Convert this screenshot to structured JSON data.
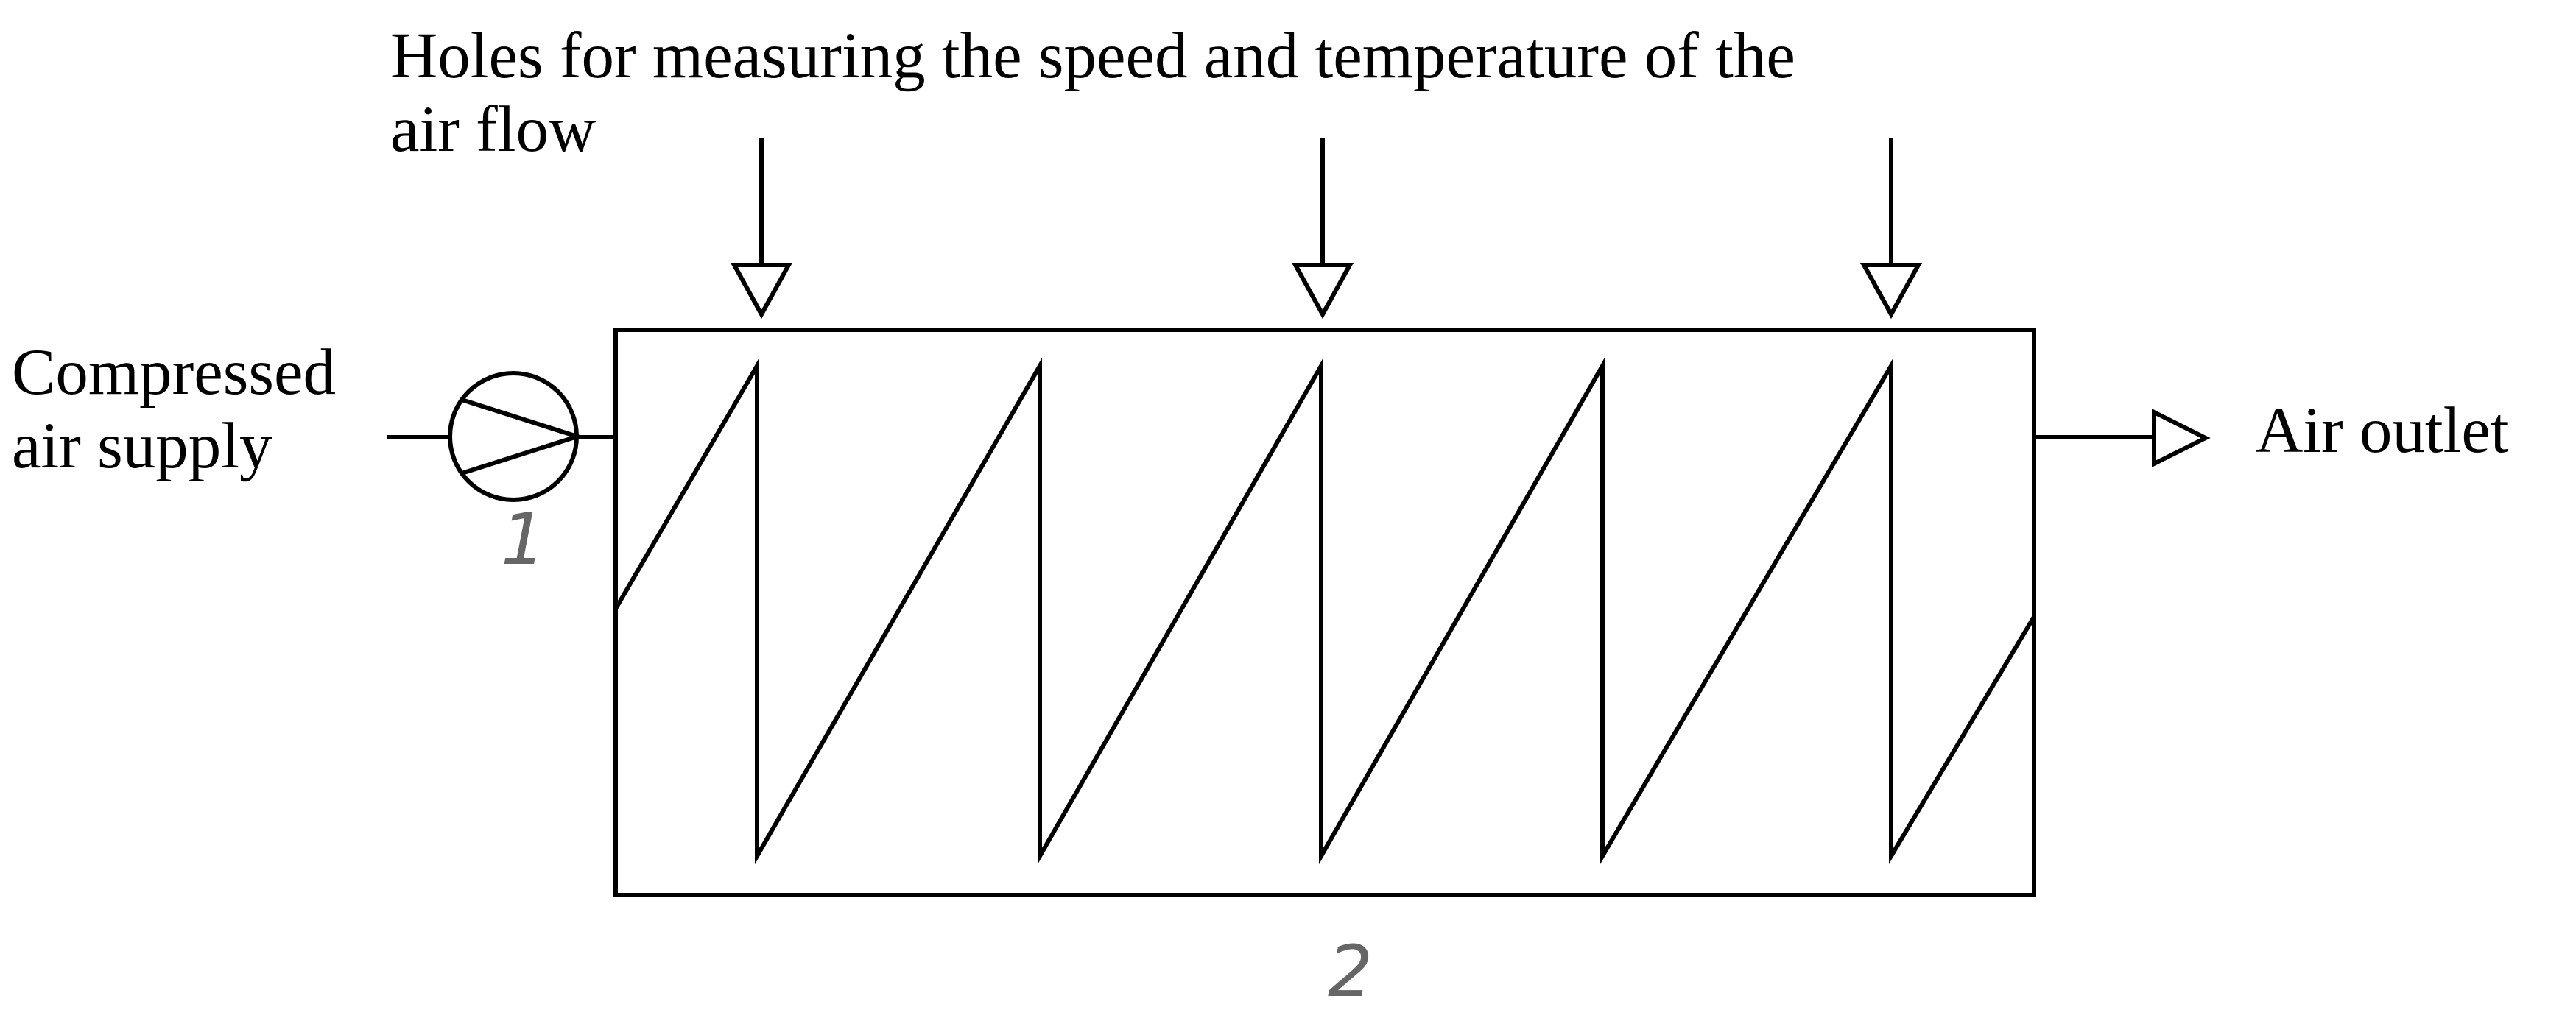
{
  "diagram": {
    "holes_label": {
      "line1": "Holes for measuring the speed and temperature of the",
      "line2": "air flow"
    },
    "inlet_label": {
      "line1": "Compressed",
      "line2": "air supply"
    },
    "outlet_label": "Air outlet",
    "component_numbers": {
      "pump": "1",
      "channel": "2"
    },
    "measurement_hole_count": 3,
    "line_color": "#000000",
    "number_color": "#666666"
  }
}
